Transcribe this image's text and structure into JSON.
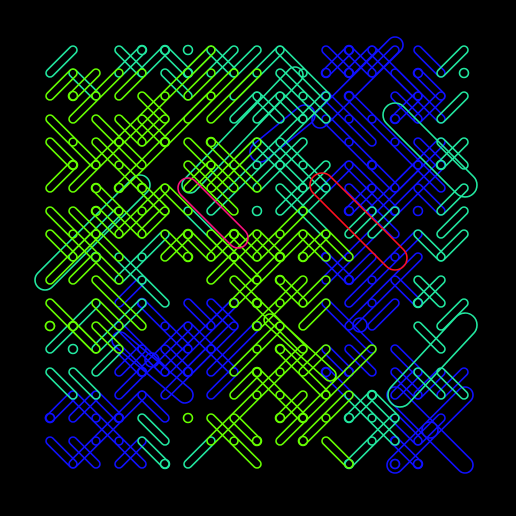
{
  "artwork": {
    "background": "#000000",
    "palette": {
      "cyan_green": "#22e8a0",
      "lime": "#66ff00",
      "blue": "#1010ff",
      "magenta": "#ff1080",
      "red": "#ff1020"
    },
    "layers": [
      {
        "name": "cyan-maze-layer",
        "color_key": "cyan_green"
      },
      {
        "name": "lime-maze-layer",
        "color_key": "lime"
      },
      {
        "name": "blue-maze-layer",
        "color_key": "blue"
      },
      {
        "name": "magenta-loop-layer",
        "color_key": "magenta"
      },
      {
        "name": "red-loop-layer",
        "color_key": "red"
      }
    ]
  }
}
